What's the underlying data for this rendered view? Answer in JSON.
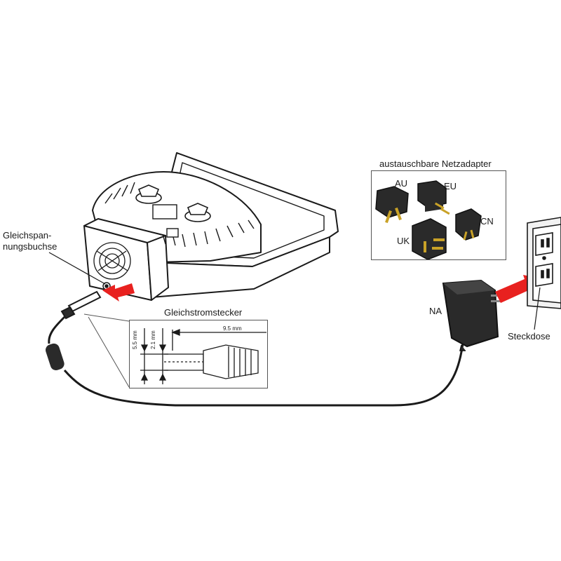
{
  "labels": {
    "dc_socket_line1": "Gleichspan-",
    "dc_socket_line2": "nungsbuchse",
    "dc_plug_title": "Gleichstromstecker",
    "dim_length": "9.5 mm",
    "dim_outer": "5.5 mm",
    "dim_inner": "2.1 mm",
    "adapters_title": "austauschbare Netzadapter",
    "plug_au": "AU",
    "plug_eu": "EU",
    "plug_uk": "UK",
    "plug_cn": "CN",
    "power_adapter": "NA",
    "wall_outlet": "Steckdose"
  },
  "colors": {
    "line": "#1a1a1a",
    "arrow": "#e8211f",
    "dark_body": "#2a2a2a",
    "gold_pin": "#c9a227",
    "wall_plate": "#f2f2f2"
  },
  "icons": [
    "microscope-base",
    "dc-socket",
    "dc-plug",
    "power-adapter",
    "wall-outlet",
    "plug-au",
    "plug-eu",
    "plug-uk",
    "plug-cn"
  ]
}
